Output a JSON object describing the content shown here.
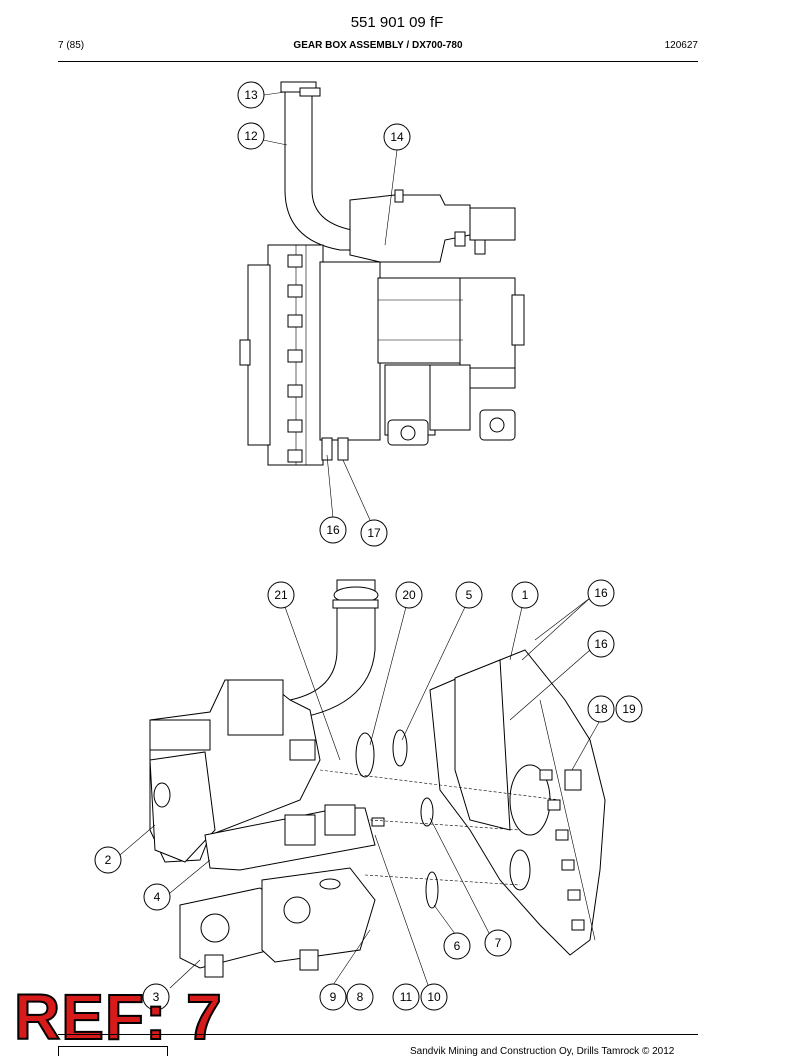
{
  "header": {
    "doc_number": "551 901 09 fF",
    "page": "7 (85)",
    "title": "GEAR BOX ASSEMBLY / DX700-780",
    "date_code": "120627"
  },
  "callouts_top": [
    "13",
    "12",
    "14",
    "16",
    "17"
  ],
  "callouts_bottom": [
    "21",
    "20",
    "5",
    "1",
    "16",
    "16",
    "18",
    "19",
    "2",
    "4",
    "6",
    "7",
    "3",
    "9",
    "8",
    "11",
    "10"
  ],
  "ref_label": "REF: 7",
  "footer": {
    "text": "Sandvik Mining and Construction Oy, Drills Tamrock © 2012"
  }
}
